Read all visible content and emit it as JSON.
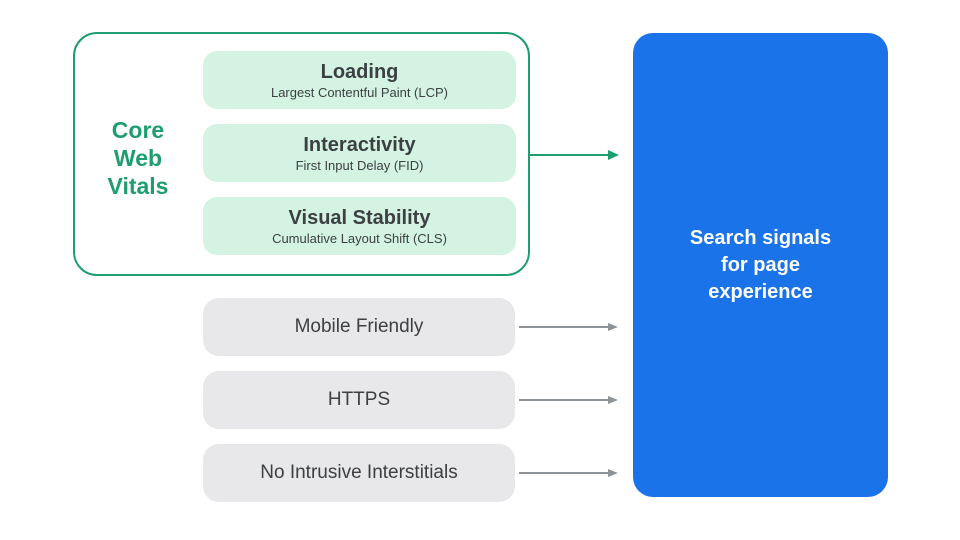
{
  "colors": {
    "accent_green": "#1E9E6E",
    "light_green": "#D4F3E3",
    "gray_fill": "#E8E8EA",
    "text_dark": "#3C4043",
    "panel_blue": "#1A73E8",
    "arrow_gray": "#8E9398",
    "text_white": "#FFFFFF"
  },
  "core_web_vitals": {
    "label": "Core\nWeb\nVitals",
    "items": [
      {
        "title": "Loading",
        "subtitle": "Largest Contentful Paint (LCP)"
      },
      {
        "title": "Interactivity",
        "subtitle": "First Input Delay (FID)"
      },
      {
        "title": "Visual Stability",
        "subtitle": "Cumulative Layout Shift (CLS)"
      }
    ]
  },
  "other_signals": {
    "items": [
      {
        "label": "Mobile Friendly"
      },
      {
        "label": "HTTPS"
      },
      {
        "label": "No Intrusive Interstitials"
      }
    ]
  },
  "result": {
    "label": "Search signals\nfor page\nexperience"
  }
}
